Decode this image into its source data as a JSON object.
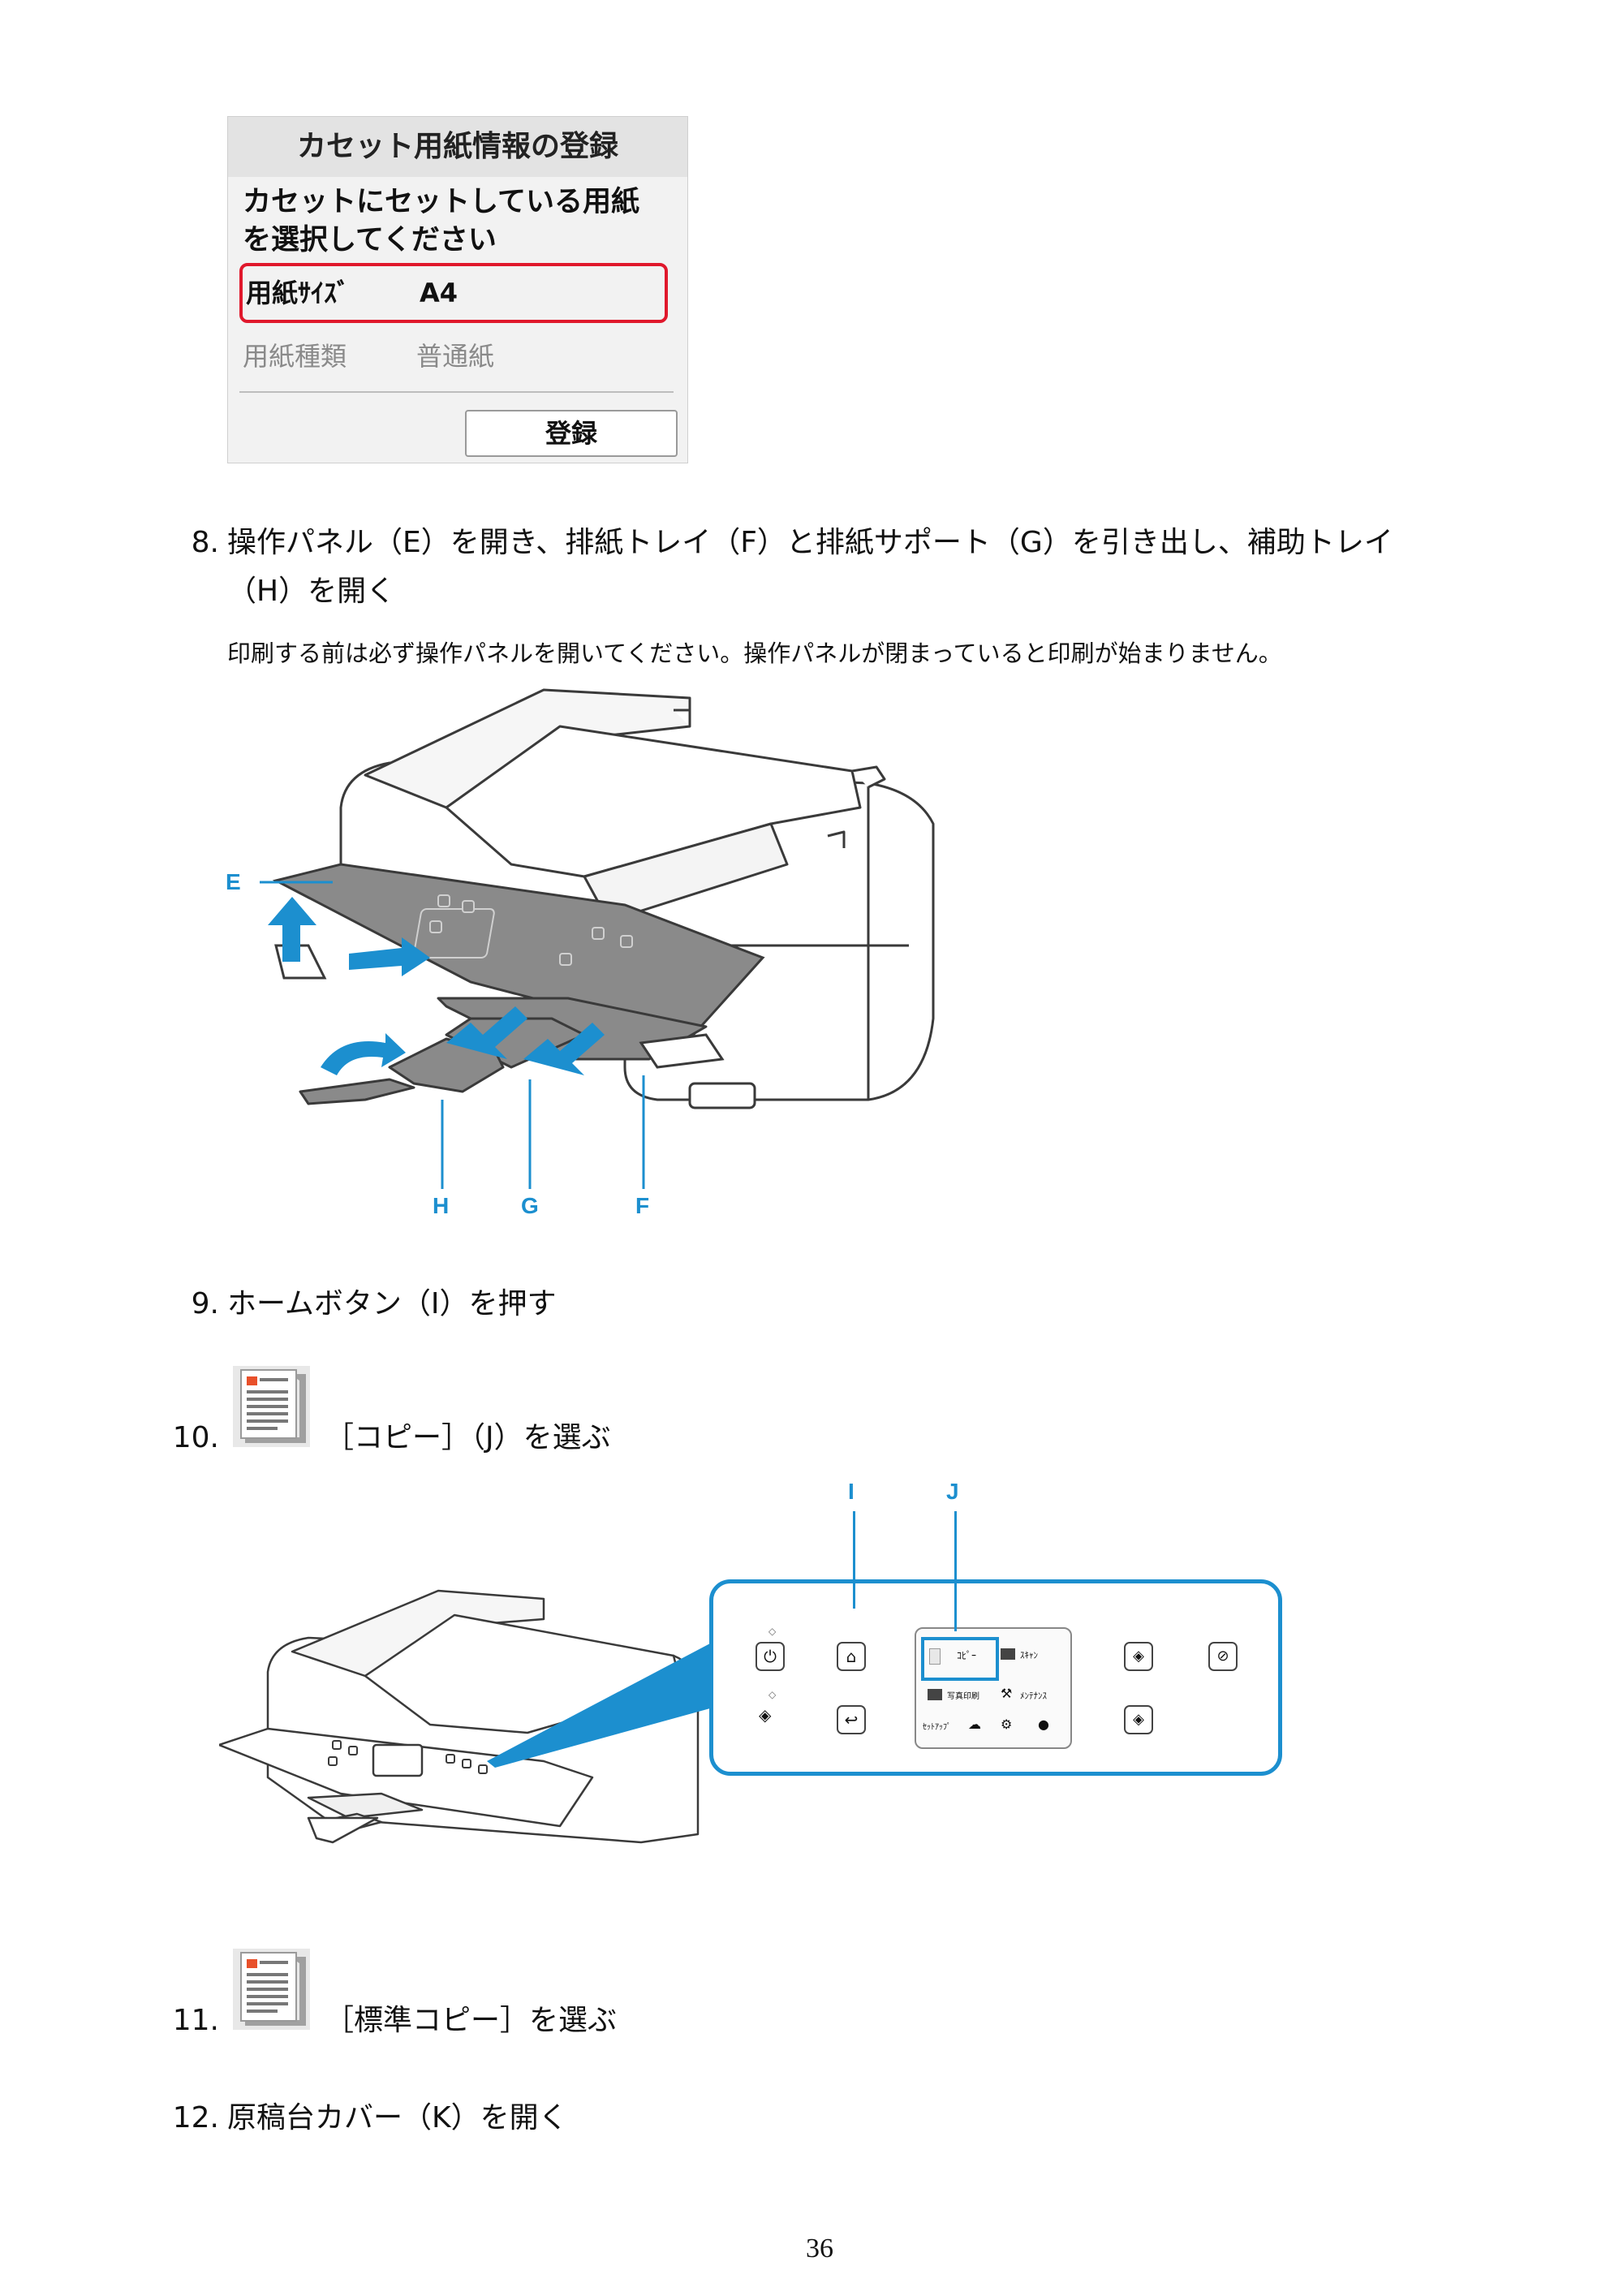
{
  "lcd": {
    "title": "カセット用紙情報の登録",
    "message_line1": "カセットにセットしている用紙",
    "message_line2": "を選択してください",
    "paper_size_label": "用紙ｻｲｽﾞ",
    "paper_size_value": "A4",
    "paper_type_label": "用紙種類",
    "paper_type_value": "普通紙",
    "register_button": "登録"
  },
  "steps": [
    {
      "num": "8.",
      "line1": "操作パネル（E）を開き、排紙トレイ（F）と排紙サポート（G）を引き出し、補助トレイ",
      "line2": "（H）を開く",
      "note": "印刷する前は必ず操作パネルを開いてください。操作パネルが閉まっていると印刷が始まりません。"
    },
    {
      "num": "9.",
      "text": "ホームボタン（I）を押す"
    },
    {
      "num": "10.",
      "text": "［コピー］（J）を選ぶ"
    },
    {
      "num": "11.",
      "text": "［標準コピー］を選ぶ"
    },
    {
      "num": "12.",
      "text": "原稿台カバー（K）を開く"
    }
  ],
  "figure1_callouts": {
    "e": "E",
    "h": "H",
    "g": "G",
    "f": "F"
  },
  "figure2_callouts": {
    "i": "I",
    "j": "J"
  },
  "panel_screen": {
    "copy": "ｺﾋﾟｰ",
    "scan": "ｽｷｬﾝ",
    "photo": "写真印刷",
    "other": "ﾒﾝﾃﾅﾝｽ",
    "settings": "ｾｯﾄｱｯﾌﾟ"
  },
  "page_number": "36",
  "colors": {
    "callout": "#1c8fcf",
    "highlight": "#e0182c",
    "panel_outline": "#1c8fcf"
  },
  "icons": [
    "copy-document-icon",
    "power-icon",
    "home-icon",
    "back-icon",
    "color-start-icon",
    "stop-icon",
    "black-start-icon",
    "cloud-icon",
    "gear-icon",
    "wifi-icon"
  ]
}
